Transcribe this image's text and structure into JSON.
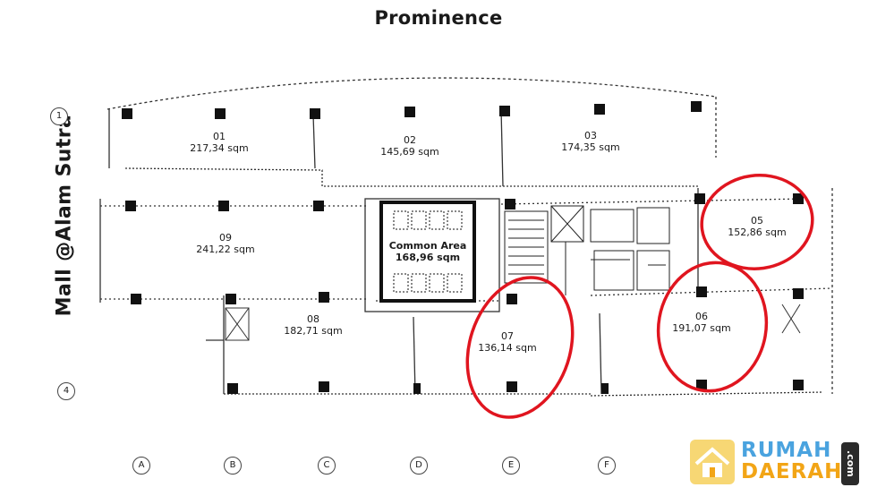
{
  "title": "Prominence",
  "side_label": "Mall @Alam Sutra",
  "units": [
    {
      "id": "01",
      "label": "01",
      "area": "217,34 sqm",
      "highlighted": false
    },
    {
      "id": "02",
      "label": "02",
      "area": "145,69 sqm",
      "highlighted": false
    },
    {
      "id": "03",
      "label": "03",
      "area": "174,35 sqm",
      "highlighted": false
    },
    {
      "id": "05",
      "label": "05",
      "area": "152,86 sqm",
      "highlighted": true
    },
    {
      "id": "06",
      "label": "06",
      "area": "191,07 sqm",
      "highlighted": true
    },
    {
      "id": "07",
      "label": "07",
      "area": "136,14 sqm",
      "highlighted": true
    },
    {
      "id": "08",
      "label": "08",
      "area": "182,71 sqm",
      "highlighted": false
    },
    {
      "id": "09",
      "label": "09",
      "area": "241,22 sqm",
      "highlighted": false
    }
  ],
  "common_area": {
    "label": "Common Area",
    "area": "168,96 sqm"
  },
  "grid": {
    "rows": [
      "1",
      "4"
    ],
    "columns": [
      "A",
      "B",
      "C",
      "D",
      "E",
      "F"
    ]
  },
  "highlight_color": "#e0151f",
  "watermark": {
    "line1": "RUMAH",
    "line2": "DAERAH",
    "suffix": ".com"
  }
}
